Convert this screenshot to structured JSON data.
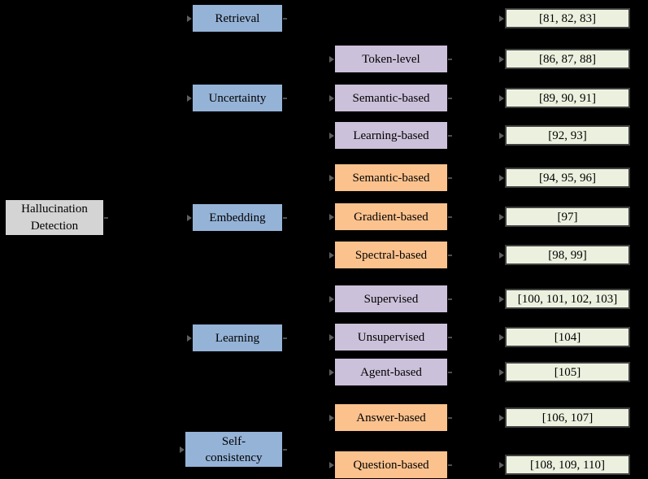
{
  "figure": {
    "title": "Hallucination Detection taxonomy",
    "background": "#000000"
  },
  "palette": {
    "root_fill": "#D4D4D4",
    "level1_fill": "#95B3D7",
    "purple_fill": "#CCC1DA",
    "orange_fill": "#FBC28E",
    "ref_fill": "#EBF1DE",
    "ref_border": "#404040",
    "text": "#000000",
    "connector": "#7d7d7d"
  },
  "tree": {
    "root": {
      "label": "Hallucination\nDetection"
    },
    "groups": [
      {
        "parent": {
          "label": "Retrieval"
        },
        "children": [
          {
            "label": null,
            "color": null,
            "refs": "[81, 82, 83]"
          }
        ]
      },
      {
        "parent": {
          "label": "Uncertainty"
        },
        "children": [
          {
            "label": "Token-level",
            "color": "purple",
            "refs": "[86, 87, 88]"
          },
          {
            "label": "Semantic-based",
            "color": "purple",
            "refs": "[89, 90, 91]"
          },
          {
            "label": "Learning-based",
            "color": "purple",
            "refs": "[92, 93]"
          }
        ]
      },
      {
        "parent": {
          "label": "Embedding"
        },
        "children": [
          {
            "label": "Semantic-based",
            "color": "orange",
            "refs": "[94, 95, 96]"
          },
          {
            "label": "Gradient-based",
            "color": "orange",
            "refs": "[97]"
          },
          {
            "label": "Spectral-based",
            "color": "orange",
            "refs": "[98, 99]"
          }
        ]
      },
      {
        "parent": {
          "label": "Learning"
        },
        "children": [
          {
            "label": "Supervised",
            "color": "purple",
            "refs": "[100, 101, 102, 103]"
          },
          {
            "label": "Unsupervised",
            "color": "purple",
            "refs": "[104]"
          },
          {
            "label": "Agent-based",
            "color": "purple",
            "refs": "[105]"
          }
        ]
      },
      {
        "parent": {
          "label": "Self-\nconsistency"
        },
        "children": [
          {
            "label": "Answer-based",
            "color": "orange",
            "refs": "[106, 107]"
          },
          {
            "label": "Question-based",
            "color": "orange",
            "refs": "[108, 109, 110]"
          }
        ]
      }
    ]
  }
}
